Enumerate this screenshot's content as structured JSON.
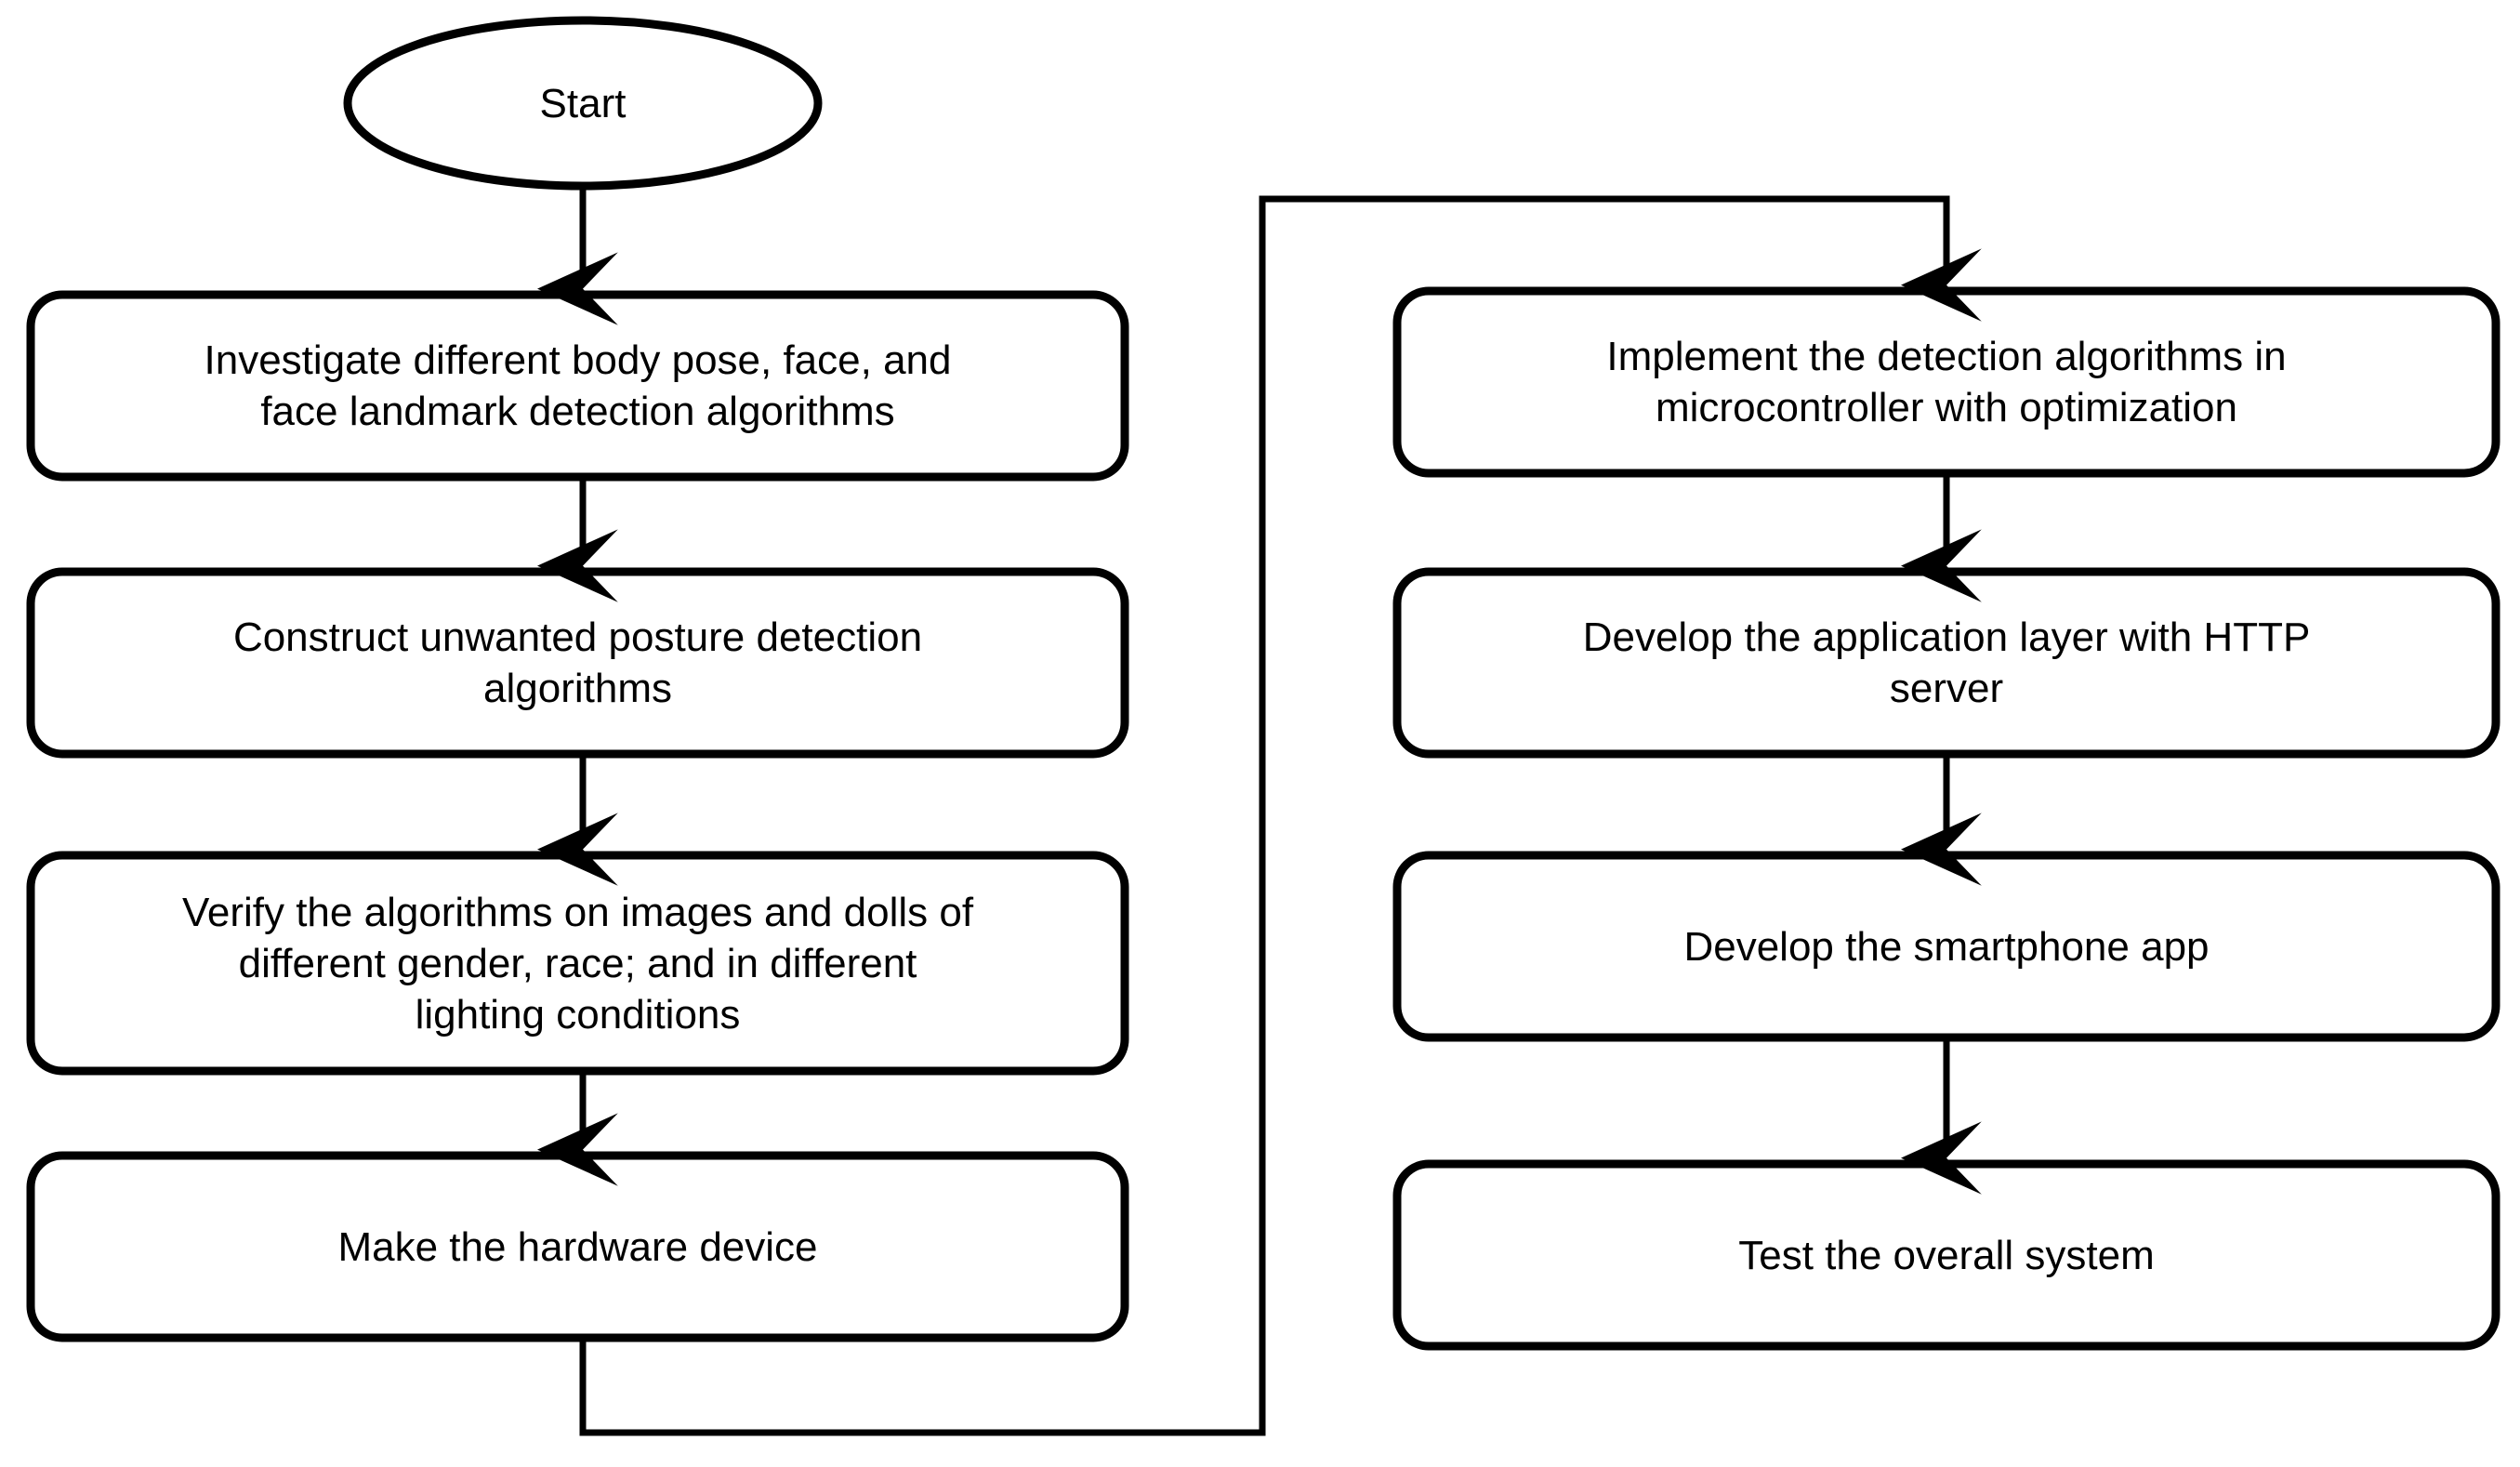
{
  "diagram": {
    "type": "flowchart",
    "title": "",
    "orientation": "two-column-vertical-with-feedback",
    "stroke_color": "#000000",
    "fill_color": "#ffffff",
    "background_color": "#ffffff",
    "nodes": {
      "start": {
        "label": "Start",
        "shape": "ellipse"
      },
      "investigate": {
        "label": "Investigate different body pose, face, and\nface landmark detection algorithms",
        "shape": "rounded-rectangle"
      },
      "construct": {
        "label": "Construct unwanted posture detection\nalgorithms",
        "shape": "rounded-rectangle"
      },
      "verify": {
        "label": "Verify the algorithms on images and dolls of\ndifferent gender, race; and in different\nlighting conditions",
        "shape": "rounded-rectangle"
      },
      "hardware": {
        "label": "Make the hardware device",
        "shape": "rounded-rectangle"
      },
      "implement": {
        "label": "Implement the detection algorithms in\nmicrocontroller with optimization",
        "shape": "rounded-rectangle"
      },
      "appserver": {
        "label": "Develop the application layer with HTTP\nserver",
        "shape": "rounded-rectangle"
      },
      "smartphone": {
        "label": "Develop the smartphone app",
        "shape": "rounded-rectangle"
      },
      "test": {
        "label": "Test the overall system",
        "shape": "rounded-rectangle"
      }
    },
    "edges": [
      {
        "from": "start",
        "to": "investigate",
        "style": "straight-arrow-down"
      },
      {
        "from": "investigate",
        "to": "construct",
        "style": "straight-arrow-down"
      },
      {
        "from": "construct",
        "to": "verify",
        "style": "straight-arrow-down"
      },
      {
        "from": "verify",
        "to": "hardware",
        "style": "straight-arrow-down"
      },
      {
        "from": "hardware",
        "to": "implement",
        "style": "orthogonal-connector-arrow"
      },
      {
        "from": "implement",
        "to": "appserver",
        "style": "straight-arrow-down"
      },
      {
        "from": "appserver",
        "to": "smartphone",
        "style": "straight-arrow-down"
      },
      {
        "from": "smartphone",
        "to": "test",
        "style": "straight-arrow-down"
      }
    ]
  }
}
